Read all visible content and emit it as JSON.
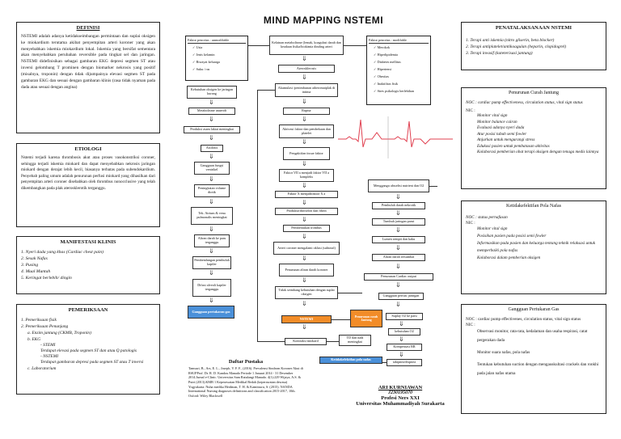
{
  "title": "MIND MAPPING NSTEMI",
  "definisi": {
    "heading": "DEFINISI",
    "text": "NSTEMI adalah adanya ketidakseimbangan permintaan dan suplai oksigen ke miokardium terutama akibat penyempitan arteri koroner yang akan menyebabkan iskemia miokardium lokal. Iskemia yang bersifat sementara akan menyebabkan perubahan reversible pada tingkat sel dan jaringan. NSTEMI didefinisikan sebagai gambaran EKG depresi segmen ST atau inversi gelombang T prominen dengan biomarker nekrosis yang positif (misalnya, troponin) dengan tidak dijumpainya elevasi segmen ST pada gambaran EKG dan sesuai dengan gambaran klinis (rasa tidak nyaman pada dada atau sesuai dengan angina)"
  },
  "etiologi": {
    "heading": "ETIOLOGI",
    "text": "Nstemi terjadi karena thrombosis akut atau proses vasokonstriksi coroner, sehingga terjadi iskemia miokard dan dapat menyebabkan nekrosis jaringan miokard dengan derajat lebih kecil, biasanya terbatas pada subendokardium. Penyebab paling umum adalah penurunan perfusi miokard yang dihasilkan dari penyempitan arteri coroner disebabkan oleh thrombus nonocclusive yang telah dikembangkan pada plak aterosklerotik terganggu."
  },
  "manifestasi": {
    "heading": "MANIFESTASI KLINIS",
    "items": [
      "1. Nyeri dada yang khas (Cardiac chest pain)",
      "2. Sesak Nafas",
      "3. Pusing",
      "4. Mual Muntah",
      "5. Keringat berlebih/ dingin"
    ]
  },
  "pemeriksaan": {
    "heading": "PEMERIKSAAN",
    "items": [
      "1. Pemeriksaan fisik",
      "2. Pemeriksaan Penunjang",
      "a.   Enzim jantung (CKMB, Troponin)",
      "b.   EKG",
      "- STEMI",
      "Terdapat elevasi pada segmen ST dan atau Q patologis",
      "- NSTEMI",
      "Terdapat gambaran depresi pada segmen ST atau T inversi",
      "c.   Laboratorium"
    ]
  },
  "faktor_tidak": {
    "heading": "Faktor pencetus : unmodifable",
    "items": [
      "Usia",
      "Jenis kelamin",
      "Riwayat keluarga",
      "Suku / ras"
    ]
  },
  "faktor_bisa": {
    "heading": "Faktor pencetus : modifable",
    "items": [
      "Merokok",
      "Hiperlipidemia",
      "Diabetes mellitus",
      "Hipertensi",
      "Obesitas",
      "Inaktifitas fisik",
      "Stres psikologis berlebihan"
    ]
  },
  "flow_center": [
    "Kelainan metabolisme (lemak, koagulasi darah dan keadaan fisika/biokimia dinding arteri",
    "Aterosklerosis",
    "Akumulasi /penimbunan atheromatplak di intima",
    "Ruptur",
    "Aktivasi faktor dan pembekuan dan platelet",
    "Pengaktifan tissue faktor",
    "Faktor VII a menjadi faktor VII a kompleks",
    "Faktor X menjadifaktor X a",
    "Produksifibrosfibri dan fibrin",
    "Pembentukan trombus",
    "Arteri coroner mengalami oklusi (subtotal)",
    "Penurunan aliran darah koroner",
    "Tidak seimbang kebutuhan dengan suplai oksigen",
    "NSTEMI"
  ],
  "flow_left": [
    "Kebutuhan oksigen ke jaringan kurang",
    "Metabolisme anaerob",
    "Produksi asam laktat meningkat",
    "Asidosis",
    "Gangguan fungsi ventrikel",
    "Peningkatan volume diotik",
    "Tek. Atrium & vena pulmonalis meningkat",
    "Aliran darah ke paru terganggu",
    "Pembendungan pembuluh kapiler",
    "Difusi alveoli kapiler terganggu"
  ],
  "label_gas": "Gangguan pertukaran gas",
  "flow_right": [
    "Menggangu absorbsi nutrient dan O2",
    "Pembuluh darah nekrotik",
    "Tumbuh jaringan parut",
    "Lumen sempit dan kaku",
    "Aliran darah tersumbat",
    "Penurunan Cardiac output",
    "Gangguan perfusi jaringan",
    "Suplay O2 ke paru",
    "kebutuhan O2",
    "Kompensasi RR",
    "takipnea/dispnea"
  ],
  "label_nafas": "Ketidakefektifan pola nafas",
  "label_curah": "Penurunan curah Jantung",
  "bottom_boxes": [
    "Kontraksi miokard",
    "TD dan nadi meningkat"
  ],
  "pustaka": {
    "heading": "Daftar Pustaka",
    "text": "Tamsuri, B., Ars, E. L., Joseph, V. F. F., (2016). Prevalensi Sindrom Koroner Akut di RSUPProf. Dr. R. D. Kandou Manado Periode 1 Januari 2014 - 31 Desember 2014.Jurnal e-Clinic. Universitas Sam Ratulangi Manado. 4(1):229  Wijaya, A.S. & Putri (2013).KMB 1 Keperawatan Medikal Bedah (keperawatan dewasa) Yogyakarta: Nuha medika  Herdman, T. H. & Kamitsuru, S. (2015). NANDA International Nursing diagnoses definitions and classification 2015-2017, 10th. Oxford: Wiley Blackwell"
  },
  "author": {
    "name": "ARI KURNIAWAN",
    "nim": "J230195070",
    "prog": "Profesi Ners XXI",
    "univ": "Universitas Muhammadiyah Surakarta"
  },
  "penatalaksanaan": {
    "heading": "PENATALAKSANAAN NSTEMI",
    "items": [
      "1. Terapi anti iskemia (nitro gliserin, beta blocker)",
      "2. Terapi antiplatelet/antikoagulan (heparin, clopidogrel)",
      "3. Terapi invasif (kateterisasi jantung)"
    ]
  },
  "curah": {
    "heading": "Penurunan Curah Jantung",
    "noc": "NOC : cardiac pump effectiveness, circulation status, vital sign status",
    "nic_label": "NIC :",
    "items": [
      "Monitor vital sign",
      "Monitor balance cairan",
      "Evaluasi adanya nyeri dada",
      "Atur posisi tubuh semi fowler",
      "Anjurkan untuk mengurangi stress",
      "Edukasi pasien untuk pembatasan aktivitas",
      "Kolaborasi pemberian obat terapi oksigen dengan tenaga medis lainnya"
    ]
  },
  "pola_nafas": {
    "heading": "Ketidakefektifan Pola Nafas",
    "noc": "NOC : status pernafasan",
    "nic_label": "NIC :",
    "items": [
      "Monitor vital sign",
      "Posisikan pasien pada posisi semi fowler",
      "Informasikan pada pasien dan keluarga tentang teknik relaksasi untuk memperbaiki pola nafas",
      "Kolaborasi dalam pemberian oksigen"
    ]
  },
  "gas": {
    "heading": "Gangguan Pertukaran Gas",
    "noc": "NOC : cardiac pump effectivenes, circulation status, vital sign status",
    "nic_label": "NIC :",
    "items": [
      "Observasi monitor, rata-rata, kedalaman dan usaha respirasi, catat pergerakan dada",
      "Monitor suara nafas, pola nafas",
      "Tentukan kebutuhan suction dengan mengauskultasi crackels dan ronkhi pada jalan nafas utama"
    ]
  },
  "colors": {
    "orange": "#f28c28",
    "blue": "#4a90d9",
    "ecg": "#e04050"
  }
}
